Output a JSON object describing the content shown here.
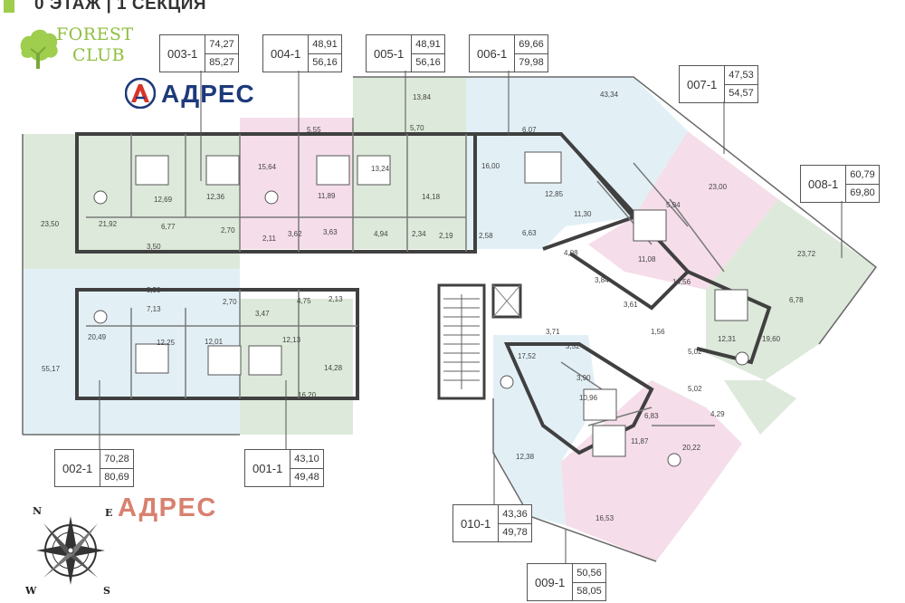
{
  "header": {
    "title": "0 ЭТАЖ | 1 СЕКЦИЯ",
    "accent": "#9fcd4e"
  },
  "logo": {
    "line1": "FOREST",
    "line2": "CLUB",
    "color": "#8fbf3e"
  },
  "brand": {
    "name": "АДРЕС",
    "watermark": "АДРЕС",
    "color": "#1d3a7a",
    "watermark_color": "#d9806f"
  },
  "apartments": [
    {
      "code": "003-1",
      "area1": "74,27",
      "area2": "85,27"
    },
    {
      "code": "004-1",
      "area1": "48,91",
      "area2": "56,16"
    },
    {
      "code": "005-1",
      "area1": "48,91",
      "area2": "56,16"
    },
    {
      "code": "006-1",
      "area1": "69,66",
      "area2": "79,98"
    },
    {
      "code": "007-1",
      "area1": "47,53",
      "area2": "54,57"
    },
    {
      "code": "008-1",
      "area1": "60,79",
      "area2": "69,80"
    },
    {
      "code": "002-1",
      "area1": "70,28",
      "area2": "80,69"
    },
    {
      "code": "001-1",
      "area1": "43,10",
      "area2": "49,48"
    },
    {
      "code": "010-1",
      "area1": "43,36",
      "area2": "49,78"
    },
    {
      "code": "009-1",
      "area1": "50,56",
      "area2": "58,05"
    }
  ],
  "room_areas": {
    "r1": "13,84",
    "r2": "43,34",
    "r3": "5,55",
    "r4": "5,70",
    "r5": "6,07",
    "r6": "23,00",
    "r7": "23,72",
    "r8": "23,50",
    "r9": "21,92",
    "r10": "12,69",
    "r11": "12,36",
    "r12": "15,64",
    "r13": "11,89",
    "r14": "13,24",
    "r15": "14,18",
    "r16": "16,00",
    "r17": "12,85",
    "r18": "11,30",
    "r19": "5,94",
    "r20": "6,77",
    "r21": "2,70",
    "r22": "2,11",
    "r23": "3,62",
    "r24": "3,63",
    "r25": "4,94",
    "r26": "2,34",
    "r27": "2,19",
    "r28": "2,58",
    "r29": "6,63",
    "r30": "11,08",
    "r31": "3,50",
    "r32": "3,50",
    "r33": "4,08",
    "r34": "3,84",
    "r35": "14,56",
    "r36": "6,78",
    "r37": "2,70",
    "r38": "4,75",
    "r39": "2,13",
    "r40": "3,47",
    "r41": "3,61",
    "r42": "7,13",
    "r43": "1,56",
    "r44": "20,49",
    "r45": "12,25",
    "r46": "12,01",
    "r47": "12,13",
    "r48": "14,28",
    "r49": "55,17",
    "r50": "3,71",
    "r51": "17,52",
    "r52": "3,52",
    "r53": "3,90",
    "r54": "5,02",
    "r55": "12,31",
    "r56": "19,60",
    "r57": "5,02",
    "r58": "16,20",
    "r59": "10,96",
    "r60": "6,83",
    "r61": "4,29",
    "r62": "11,87",
    "r63": "20,22",
    "r64": "12,38",
    "r65": "16,53"
  },
  "compass": {
    "n": "N",
    "e": "E",
    "s": "S",
    "w": "W"
  },
  "colors": {
    "green": "#dde9da",
    "pink": "#f5dde9",
    "blue": "#e2f0f6",
    "wall": "#404040"
  }
}
